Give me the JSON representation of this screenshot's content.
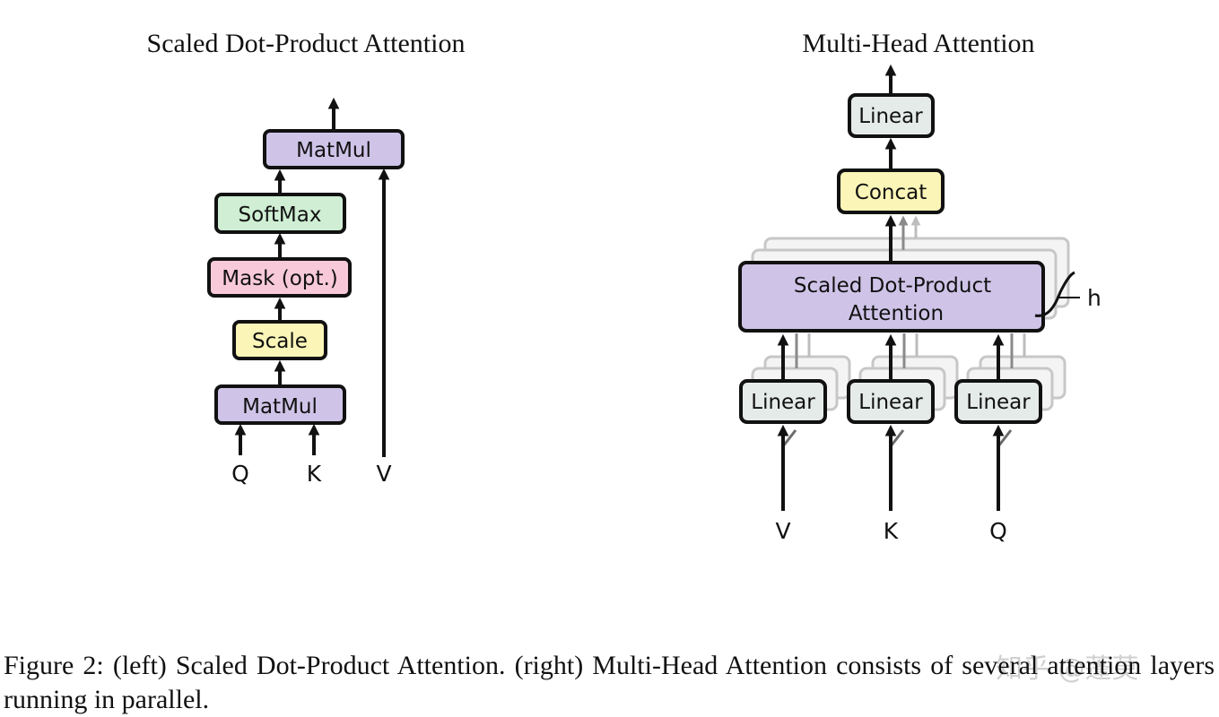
{
  "left": {
    "title": "Scaled Dot-Product Attention",
    "blocks": {
      "matmul_top": "MatMul",
      "softmax": "SoftMax",
      "mask": "Mask (opt.)",
      "scale": "Scale",
      "matmul_bottom": "MatMul"
    },
    "inputs": {
      "q": "Q",
      "k": "K",
      "v": "V"
    }
  },
  "right": {
    "title": "Multi-Head Attention",
    "blocks": {
      "linear_out": "Linear",
      "concat": "Concat",
      "sdpa_line1": "Scaled Dot-Product",
      "sdpa_line2": "Attention",
      "linear_v": "Linear",
      "linear_k": "Linear",
      "linear_q": "Linear"
    },
    "heads_label": "h",
    "inputs": {
      "v": "V",
      "k": "K",
      "q": "Q"
    }
  },
  "colors": {
    "matmul": "#cfc4e8",
    "softmax": "#cfeed4",
    "mask": "#f8c9d9",
    "scale": "#fbf6b8",
    "concat": "#fbf6b8",
    "linear": "#e5ebe9",
    "sdpa": "#cfc4e8"
  },
  "caption": "Figure 2: (left) Scaled Dot-Product Attention. (right) Multi-Head Attention consists of several attention layers running in parallel.",
  "watermark": "知乎 @蓬莫"
}
